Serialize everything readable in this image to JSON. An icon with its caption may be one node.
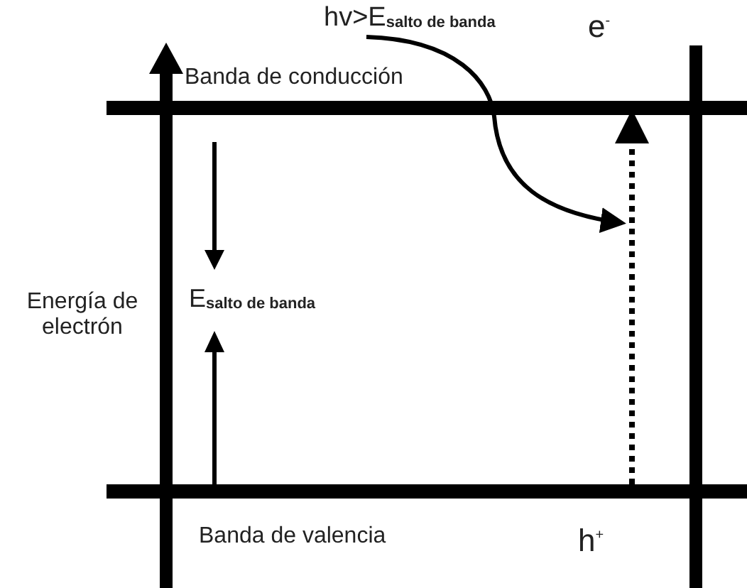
{
  "diagram": {
    "nodes": [
      {
        "text": [
          "Banda de conducción"
        ]
      },
      {
        "text": [
          "Banda de valencia"
        ]
      },
      {
        "text": [
          "hv>E$_{salto de banda}$"
        ]
      }
    ],
    "edges": [
      {
        "from": 1,
        "to": 0,
        "arrow": "to",
        "style": "dashed"
      },
      {
        "from": 2,
        "to": null,
        "arrow": "to"
      }
    ],
    "labels": [
      "e$^{-}$",
      "Energía de electrón",
      "E$_{salto de banda}$",
      "h$^{+}$"
    ]
  }
}
